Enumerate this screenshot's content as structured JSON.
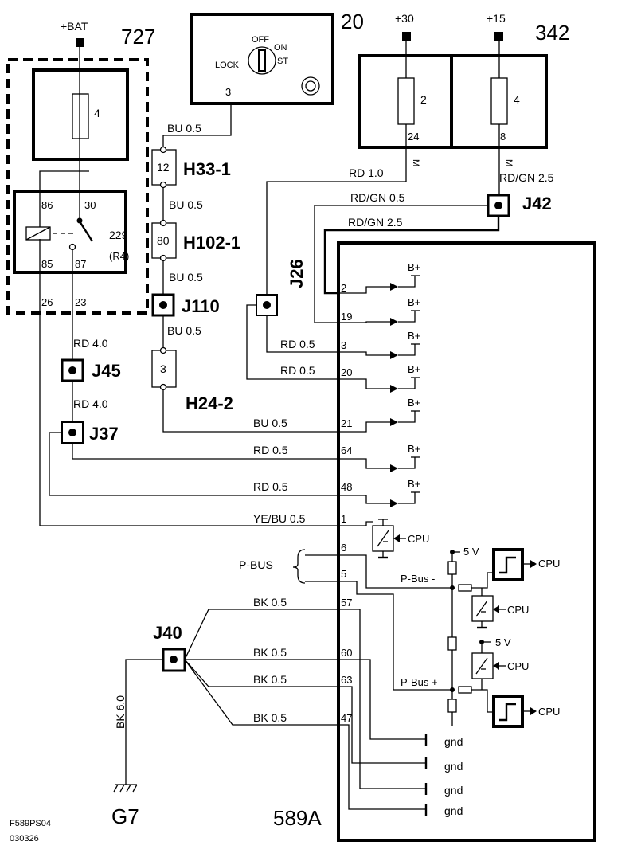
{
  "supplies": {
    "bat": "+BAT",
    "t30": "+30",
    "t15": "+15"
  },
  "components": {
    "relay_unit": "727",
    "relay": "229",
    "relay_sub": "(R4)",
    "ignition": "20",
    "fuse_box": "342",
    "control_module": "589A",
    "ground": "G7"
  },
  "relay_pins": {
    "p86": "86",
    "p30": "30",
    "p85": "85",
    "p87": "87",
    "p26": "26",
    "p23": "23"
  },
  "fuses": {
    "relay_fuse": "4",
    "fuse_a": "2",
    "fuse_b": "4",
    "fuse_a_pin": "24",
    "fuse_b_pin": "8"
  },
  "ignition_switch": {
    "lock": "LOCK",
    "off": "OFF",
    "on": "ON",
    "st": "ST",
    "pin": "3"
  },
  "connectors": {
    "h33": {
      "name": "H33-1",
      "pin": "12"
    },
    "h102": {
      "name": "H102-1",
      "pin": "80"
    },
    "h24": {
      "name": "H24-2",
      "pin": "3"
    }
  },
  "junctions": {
    "j26": "J26",
    "j42": "J42",
    "j110": "J110",
    "j45": "J45",
    "j37": "J37",
    "j40": "J40"
  },
  "wire_labels": {
    "bu_05_a": "BU 0.5",
    "bu_05_b": "BU 0.5",
    "bu_05_c": "BU 0.5",
    "bu_05_d": "BU 0.5",
    "bu_05_e": "BU  0.5",
    "rd_10": "RD 1.0",
    "rdgn_25_a": "RD/GN 2.5",
    "rdgn_05": "RD/GN  0.5",
    "rdgn_25_b": "RD/GN  2.5",
    "rd_40_a": "RD  4.0",
    "rd_40_b": "RD   4.0",
    "rd_05_a": "RD  0.5",
    "rd_05_b": "RD  0.5",
    "rd_05_c": "RD  0.5",
    "rd_05_d": "RD  0.5",
    "yebu_05": "YE/BU   0.5",
    "bk_05_a": "BK  0.5",
    "bk_05_b": "BK  0.5",
    "bk_05_c": "BK  0.5",
    "bk_05_d": "BK  0.5",
    "bk_60": "BK  6.0",
    "m1": "M",
    "m2": "M"
  },
  "module_pins": [
    "2",
    "19",
    "3",
    "20",
    "21",
    "64",
    "48",
    "1",
    "6",
    "5",
    "57",
    "60",
    "63",
    "47"
  ],
  "module_internal": {
    "bplus": "B+",
    "cpu": "CPU",
    "five_v": "5 V",
    "pbus_minus": "P-Bus -",
    "pbus_plus": "P-Bus +",
    "gnd": "gnd"
  },
  "pbus_label": "P-BUS",
  "doc_code": "F589PS04",
  "doc_date": "030326"
}
